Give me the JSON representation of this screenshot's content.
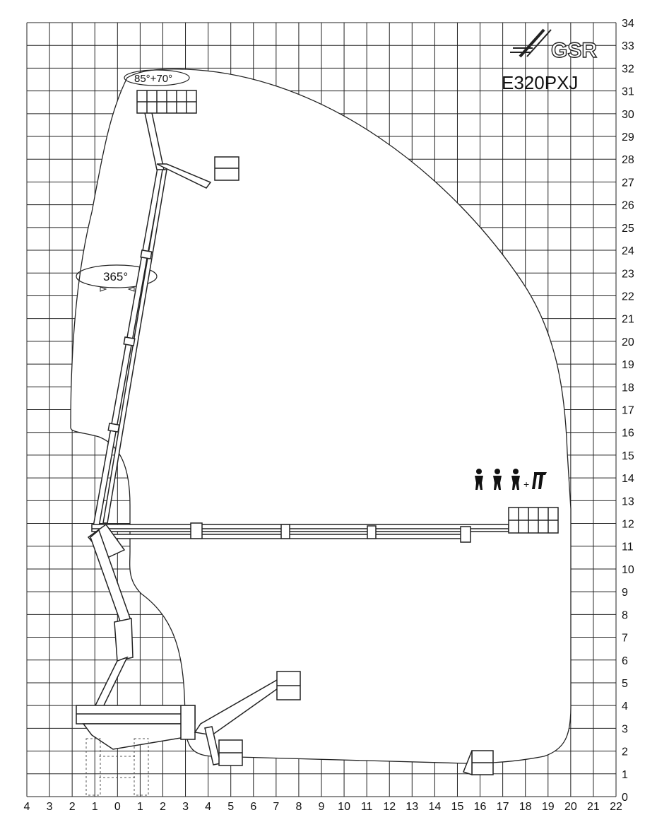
{
  "brand": {
    "logo_text": "GSR",
    "model": "E320PXJ"
  },
  "axes": {
    "x_ticks": [
      "4",
      "3",
      "2",
      "1",
      "0",
      "1",
      "2",
      "3",
      "4",
      "5",
      "6",
      "7",
      "8",
      "9",
      "10",
      "11",
      "12",
      "13",
      "14",
      "15",
      "16",
      "17",
      "18",
      "19",
      "20",
      "21",
      "22"
    ],
    "y_ticks": [
      "0",
      "1",
      "2",
      "3",
      "4",
      "5",
      "6",
      "7",
      "8",
      "9",
      "10",
      "11",
      "12",
      "13",
      "14",
      "15",
      "16",
      "17",
      "18",
      "19",
      "20",
      "21",
      "22",
      "23",
      "24",
      "25",
      "26",
      "27",
      "28",
      "29",
      "30",
      "31",
      "32",
      "33",
      "34"
    ]
  },
  "annotations": {
    "basket_rotation": "85°+70°",
    "turret_rotation": "365°"
  },
  "capacity": {
    "persons": 3,
    "plus": "+"
  }
}
